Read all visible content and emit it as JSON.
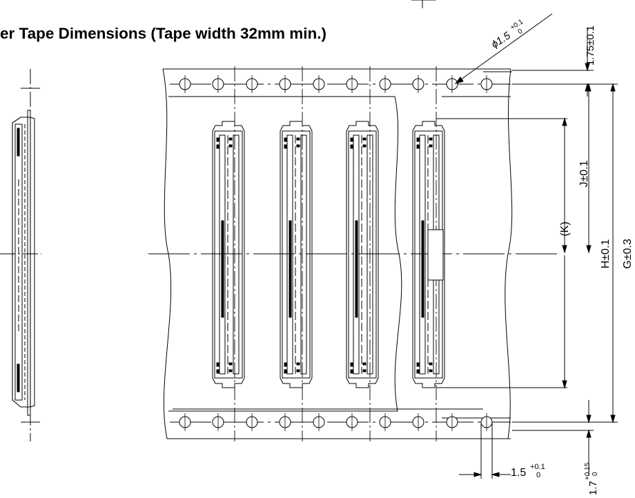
{
  "title": "er Tape Dimensions (Tape width 32mm min.)",
  "dimensions": {
    "hole_diameter": "ϕ1.5",
    "hole_diameter_tol_upper": "+0.1",
    "hole_diameter_tol_lower": "0",
    "edge_to_hole": "1.75±0.1",
    "J": "J±0.1",
    "K": "(K)",
    "H": "H±0.1",
    "G": "G±0.3",
    "hole_pitch_offset": "1.5",
    "hole_pitch_offset_tol_upper": "+0.1",
    "hole_pitch_offset_tol_lower": "0",
    "bottom_dim": "1.7",
    "bottom_dim_tol_upper": "+0.15",
    "bottom_dim_tol_lower": "0"
  },
  "line_color": "#000000"
}
